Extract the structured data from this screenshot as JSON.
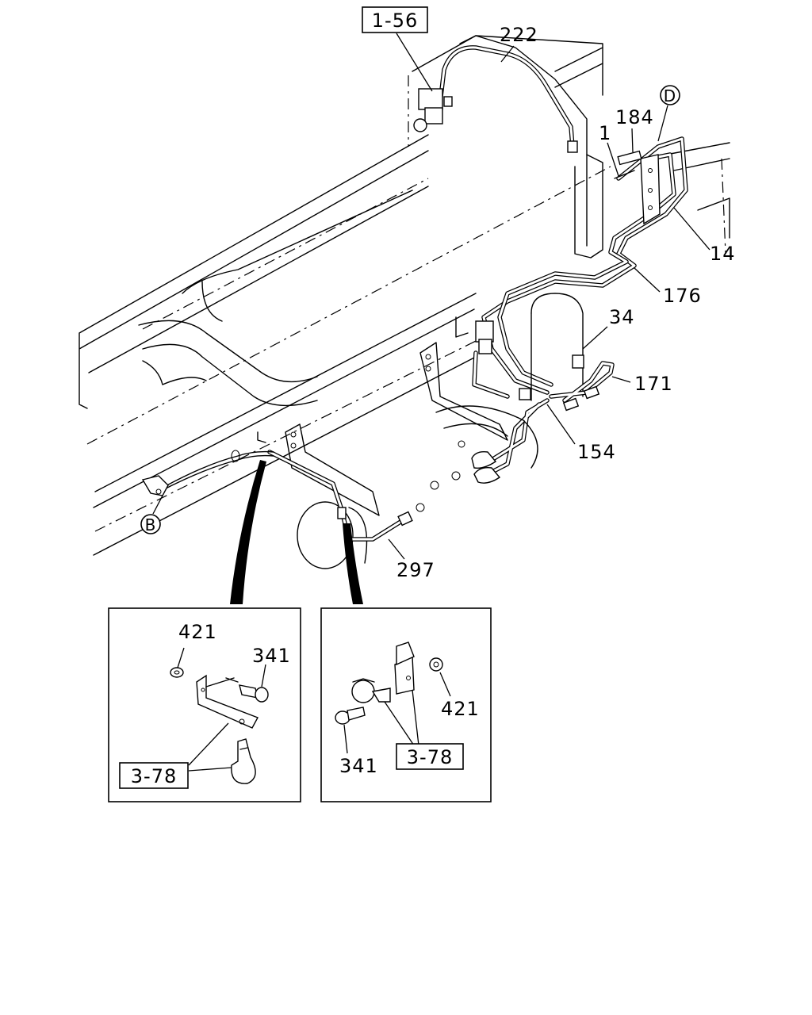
{
  "refs": {
    "r156": "1-56",
    "r378a": "3-78",
    "r378b": "3-78"
  },
  "parts": {
    "p222": "222",
    "p184": "184",
    "p1": "1",
    "p14": "14",
    "p176": "176",
    "p34": "34",
    "p171": "171",
    "p154": "154",
    "p297": "297",
    "p421a": "421",
    "p341a": "341",
    "p421b": "421",
    "p341b": "341"
  },
  "markers": {
    "d": "D",
    "b": "B"
  }
}
